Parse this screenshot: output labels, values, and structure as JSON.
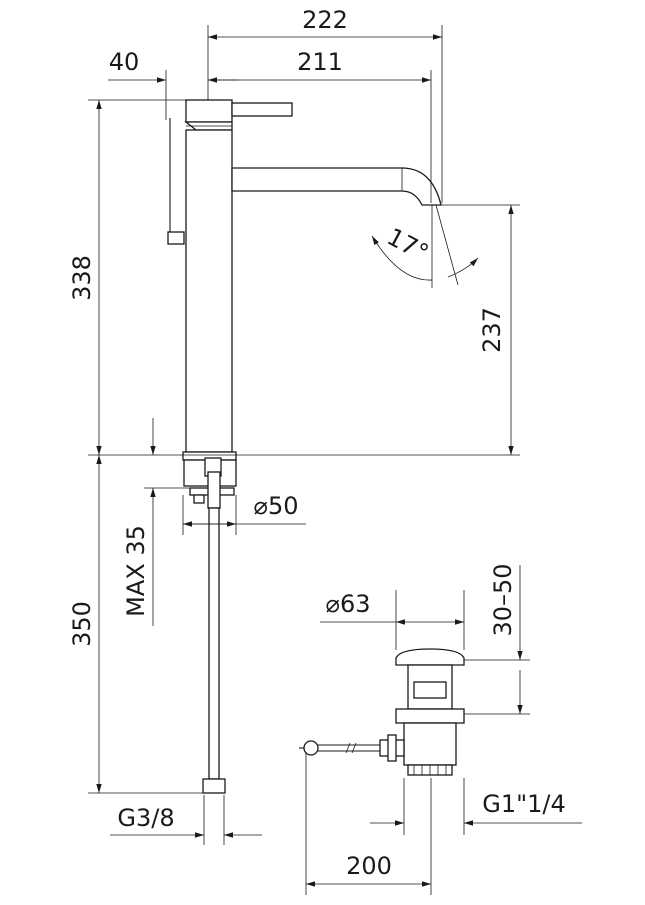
{
  "dimensions": {
    "overall_reach": "222",
    "spout_reach": "211",
    "lever_offset": "40",
    "tap_height": "338",
    "outlet_height": "237",
    "spout_angle": "17°",
    "base_diameter": "⌀50",
    "max_deck_thickness": "MAX 35",
    "hose_length": "350",
    "hose_connection": "G3/8",
    "waste_diameter": "⌀63",
    "waste_adjust": "30–50",
    "waste_thread": "G1\"1/4",
    "rod_length": "200"
  }
}
